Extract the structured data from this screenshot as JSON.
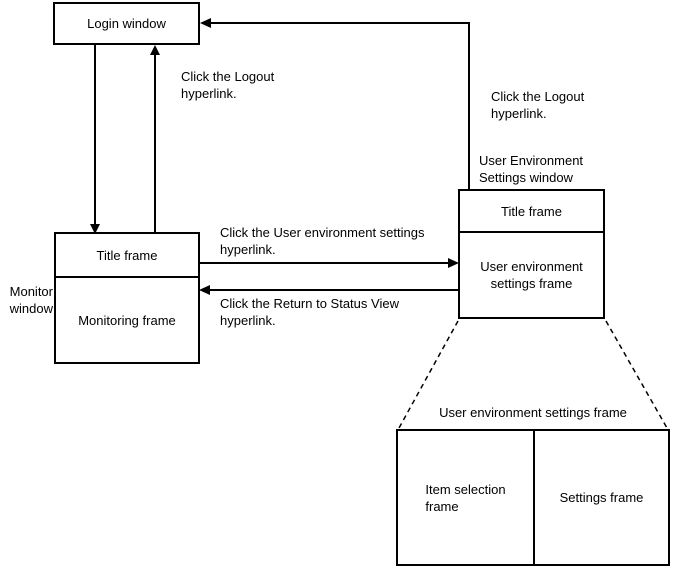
{
  "diagram": {
    "boxes": {
      "login_window": {
        "label": "Login window"
      },
      "monitor_window": {
        "side_label": "Monitor\nwindow",
        "title_frame": "Title frame",
        "monitoring_frame": "Monitoring frame"
      },
      "ues_window": {
        "top_label": "User Environment\nSettings window",
        "title_frame": "Title frame",
        "settings_frame": "User environment\nsettings frame"
      },
      "detail_view": {
        "caption": "User environment settings frame",
        "item_selection_frame": "Item selection\nframe",
        "settings_frame": "Settings frame"
      }
    },
    "annotations": {
      "logout_left": "Click the Logout\nhyperlink.",
      "logout_right": "Click the Logout\nhyperlink.",
      "user_env_settings": "Click the User environment settings\nhyperlink.",
      "return_status": "Click the Return to Status View\nhyperlink."
    },
    "colors": {
      "line": "#000000",
      "background": "#ffffff",
      "text": "#000000"
    }
  }
}
